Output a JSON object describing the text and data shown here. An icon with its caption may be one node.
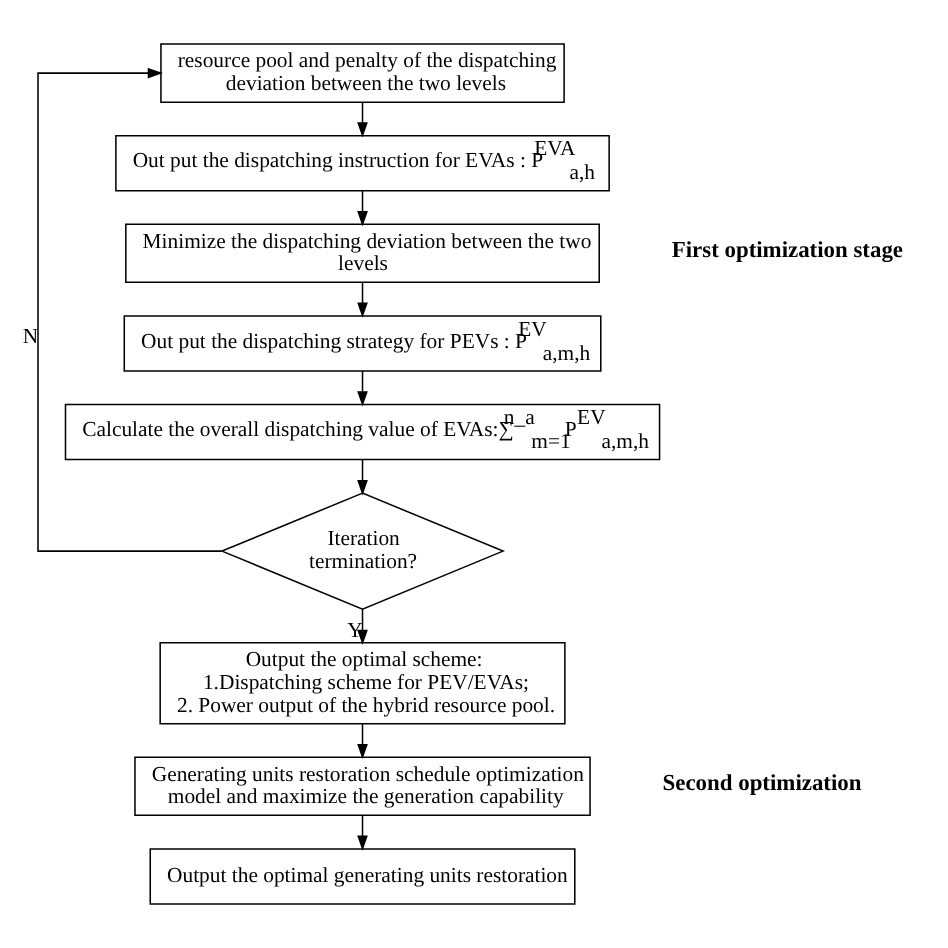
{
  "diagram": {
    "nodes": [
      {
        "text": [
          "resource pool and penalty of the dispatching deviation between the two levels"
        ]
      },
      {
        "text": [
          "Out put the dispatching instruction for EVAs : P$^{EVA}$$_{a,h}$"
        ]
      },
      {
        "text": [
          "Minimize the dispatching deviation between the two levels"
        ]
      },
      {
        "text": [
          "Out put the dispatching strategy for PEVs : P$^{EV}$$_{a,m,h}$"
        ]
      },
      {
        "text": [
          "Calculate the overall dispatching value of EVAs:∑$^{n_a}$$_{m=1}$P$^{EV}$$_{a,m,h}$"
        ]
      },
      {
        "text": [
          "Iteration termination?"
        ]
      },
      {
        "text": [
          "Output the optimal scheme:",
          "1.Dispatching scheme for PEV/EVAs;",
          "2. Power output of the hybrid resource pool."
        ]
      },
      {
        "text": [
          "Generating units restoration schedule optimization model and maximize the generation capability"
        ]
      },
      {
        "text": [
          "Output the optimal generating units restoration"
        ]
      }
    ],
    "edges": [
      {
        "from": 0,
        "to": 1,
        "arrow": "to"
      },
      {
        "from": 1,
        "to": 2,
        "arrow": "to"
      },
      {
        "from": 2,
        "to": 3,
        "arrow": "to"
      },
      {
        "from": 3,
        "to": 4,
        "arrow": "to"
      },
      {
        "from": 4,
        "to": 5,
        "arrow": "to"
      },
      {
        "from": 5,
        "to": 0,
        "arrow": "to",
        "label": "N"
      },
      {
        "from": 5,
        "to": 6,
        "arrow": "to",
        "label": "Y"
      },
      {
        "from": 6,
        "to": 7,
        "arrow": "to"
      },
      {
        "from": 7,
        "to": 8,
        "arrow": "to"
      }
    ],
    "labels": [
      "First optimization stage",
      "Second optimization"
    ]
  }
}
